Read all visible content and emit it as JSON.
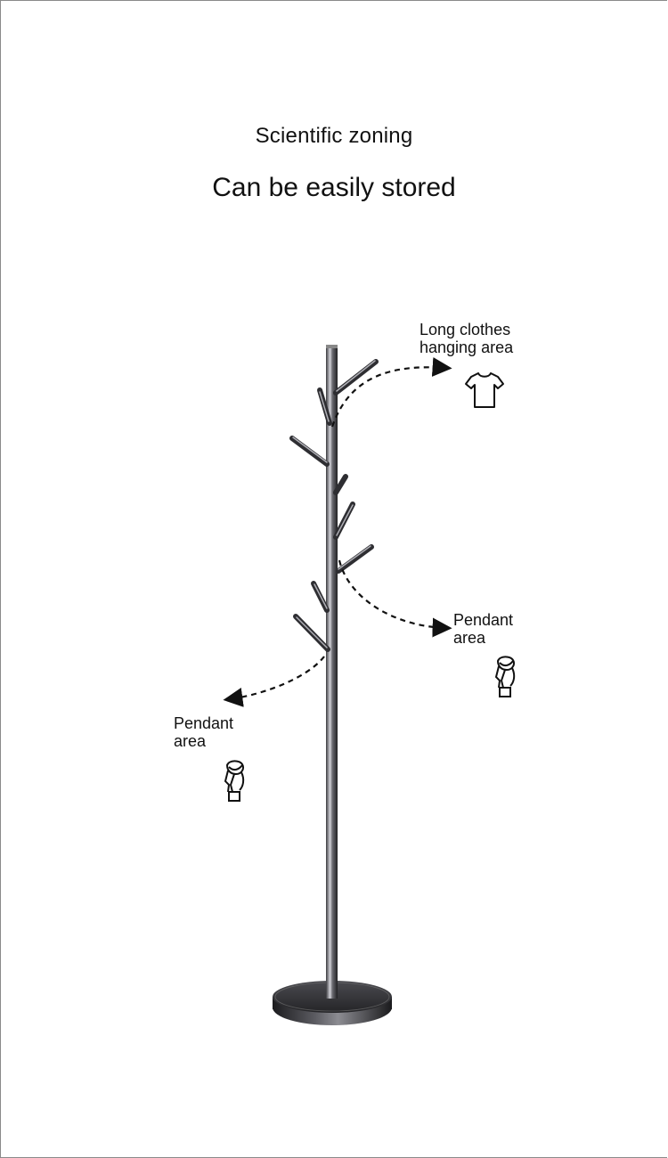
{
  "headline": {
    "title": "Scientific zoning",
    "subtitle": "Can be easily stored"
  },
  "zones": {
    "long_clothes": {
      "line1": "Long clothes",
      "line2": "hanging area",
      "icon": "t-shirt-icon"
    },
    "pendant_right": {
      "line1": "Pendant",
      "line2": "area",
      "icon": "scarf-icon"
    },
    "pendant_left": {
      "line1": "Pendant",
      "line2": "area",
      "icon": "scarf-icon"
    }
  },
  "colors": {
    "metal_dark": "#2b2b2e",
    "metal_mid": "#6a6a70",
    "metal_light": "#c9c9cf",
    "text": "#111111",
    "frame": "#8a8a8a"
  }
}
